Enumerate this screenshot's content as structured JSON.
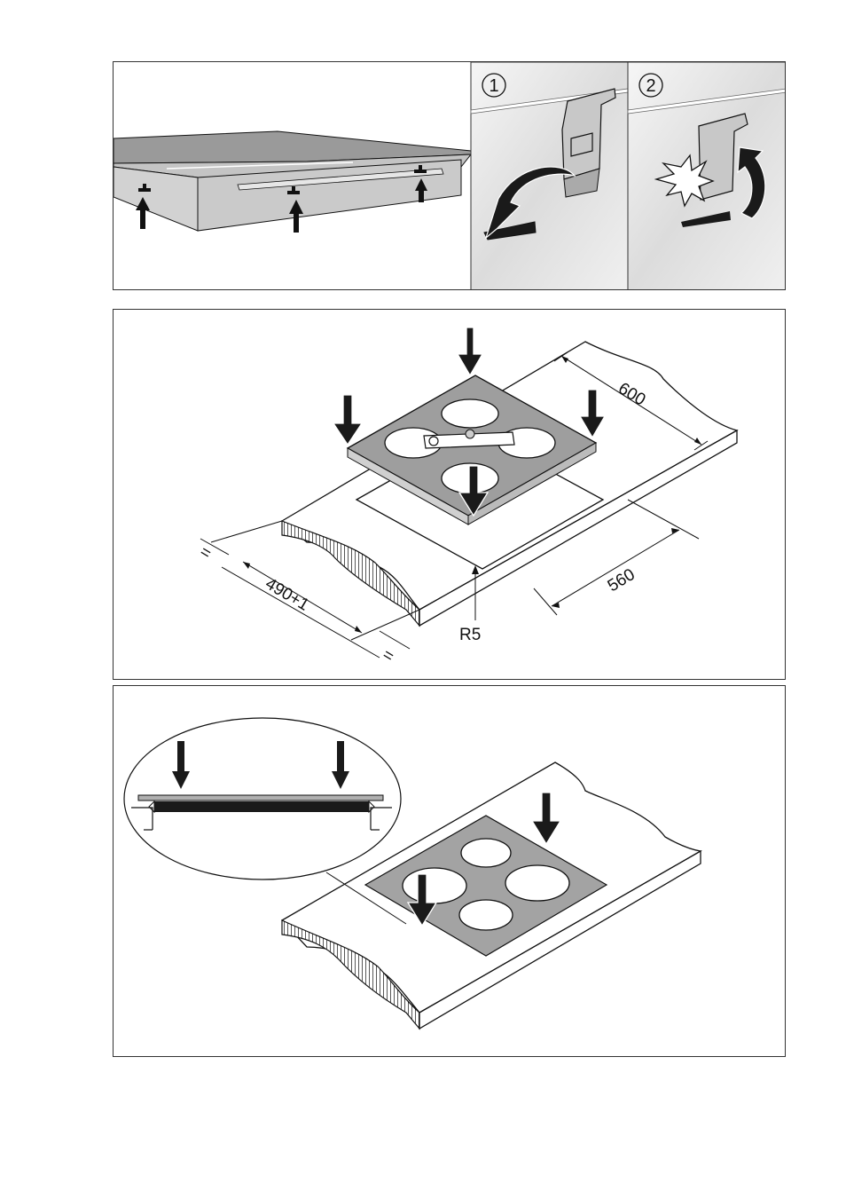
{
  "panel1": {
    "step_labels": [
      "1",
      "2"
    ]
  },
  "panel2": {
    "dimensions": {
      "depth": "600",
      "width": "560",
      "cutout_depth": "490+1",
      "radius": "R5",
      "equal_left": "=",
      "equal_bottom": "="
    }
  },
  "colors": {
    "outline": "#111111",
    "hob_surface": "#a8a8a8",
    "hob_side": "#bdbdbd",
    "panel_gradient_light": "#f4f4f4",
    "panel_gradient_dark": "#d6d6d6",
    "arrow": "#222222"
  }
}
